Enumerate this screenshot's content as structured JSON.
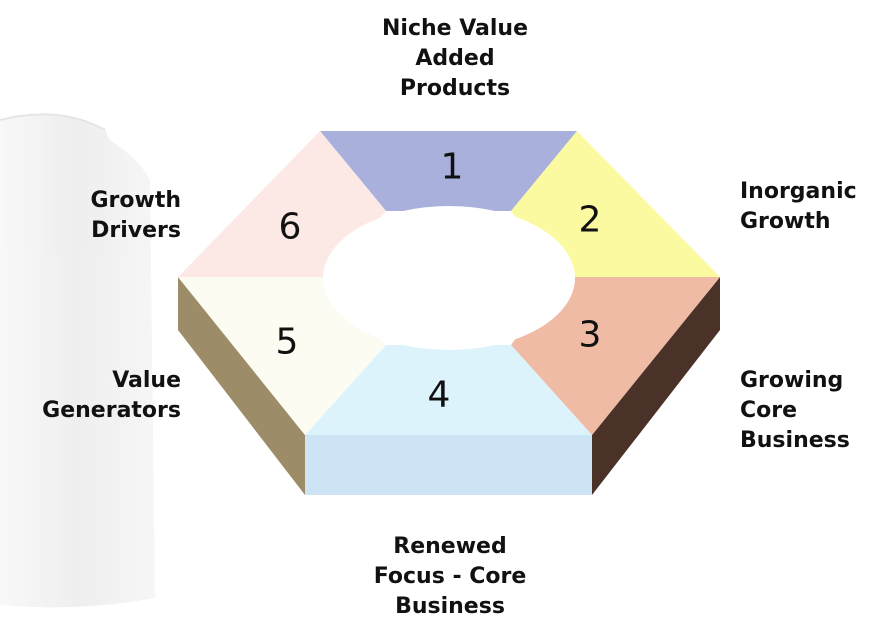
{
  "segments": [
    {
      "number": "1",
      "label": "Niche Value\nAdded\nProducts",
      "color": "#a9b0dc"
    },
    {
      "number": "2",
      "label": "Inorganic\nGrowth",
      "color": "#fbfaa0"
    },
    {
      "number": "3",
      "label": "Growing\nCore\nBusiness",
      "color": "#efbba5"
    },
    {
      "number": "4",
      "label": "Renewed\nFocus - Core\nBusiness",
      "color": "#dcf3fb"
    },
    {
      "number": "5",
      "label": "Value\nGenerators",
      "color": "#fdfcf2"
    },
    {
      "number": "6",
      "label": "Growth\nDrivers",
      "color": "#fce8e5"
    }
  ],
  "colors": {
    "side_left": "#9c8c68",
    "side_right": "#4a3228",
    "side_front": "#cde4f4",
    "background_spool": "#ececec"
  }
}
